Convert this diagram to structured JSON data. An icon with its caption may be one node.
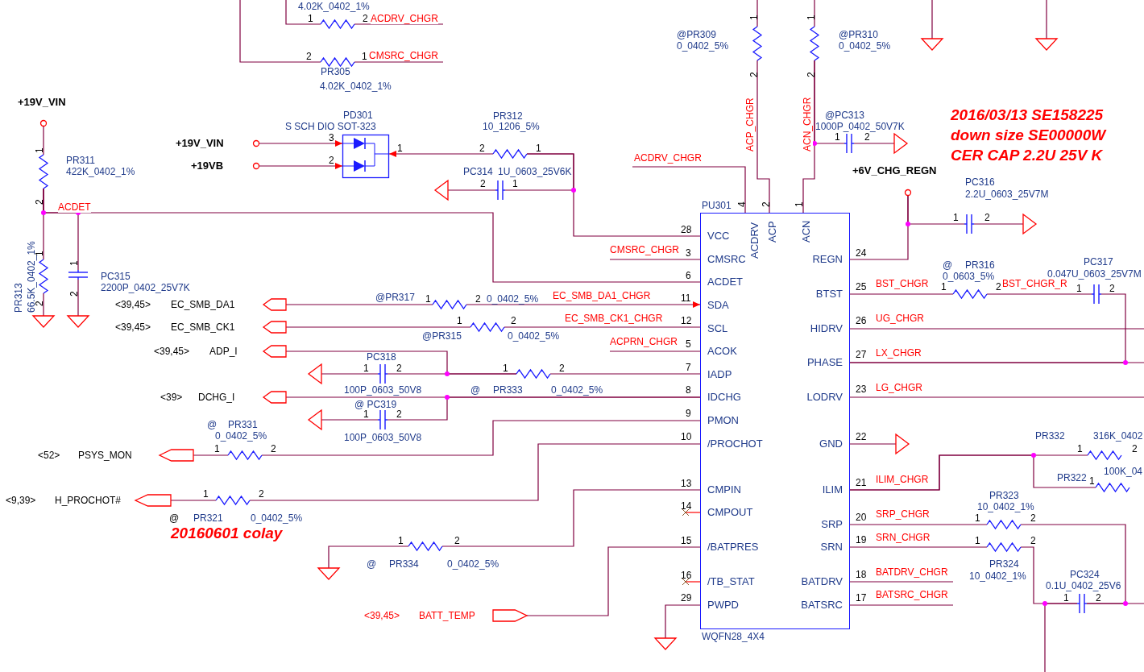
{
  "diagram": {
    "nodes": [
      {
        "text": [],
        "shape": "resistor",
        "beside": [
          "4.02K_0402_1%"
        ]
      },
      {
        "text": [],
        "shape": "resistor",
        "beside": [
          "PR305",
          "4.02K_0402_1%"
        ]
      },
      {
        "text": [],
        "shape": "circle",
        "beside": [
          "+19V_VIN"
        ]
      },
      {
        "text": [],
        "shape": "resistor",
        "beside": [
          "PR311",
          "422K_0402_1%"
        ]
      },
      {
        "text": [],
        "shape": "resistor",
        "beside": [
          "PR313",
          "66.5K_0402_1%"
        ]
      },
      {
        "text": [],
        "shape": "capacitor",
        "beside": [
          "PC315",
          "2200P_0402_25V7K"
        ]
      },
      {
        "text": [],
        "shape": "triangle"
      },
      {
        "text": [],
        "shape": "triangle"
      },
      {
        "text": [],
        "shape": "circle",
        "beside": [
          "+19V_VIN"
        ]
      },
      {
        "text": [],
        "shape": "circle",
        "beside": [
          "+19VB"
        ]
      },
      {
        "text": [],
        "shape": "diode",
        "beside": [
          "PD301",
          "S SCH DIO SOT-323"
        ]
      },
      {
        "text": [],
        "shape": "resistor",
        "beside": [
          "PR312",
          "10_1206_5%"
        ]
      },
      {
        "text": [],
        "shape": "capacitor",
        "beside": [
          "PC314",
          "1U_0603_25V6K"
        ]
      },
      {
        "text": [],
        "shape": "triangle"
      },
      {
        "text": [],
        "shape": "resistor",
        "beside": [
          "@PR309",
          "0_0402_5%"
        ]
      },
      {
        "text": [],
        "shape": "resistor",
        "beside": [
          "@PR310",
          "0_0402_5%"
        ]
      },
      {
        "text": [],
        "shape": "capacitor",
        "beside": [
          "@PC313",
          "1000P_0402_50V7K"
        ]
      },
      {
        "text": [],
        "shape": "triangle"
      },
      {
        "text": [],
        "shape": "circle",
        "beside": [
          "+6V_CHG_REGN"
        ]
      },
      {
        "text": [],
        "shape": "capacitor",
        "beside": [
          "PC316",
          "2.2U_0603_25V7M"
        ]
      },
      {
        "text": [],
        "shape": "triangle"
      },
      {
        "text": [],
        "shape": "triangle"
      },
      {
        "text": [],
        "shape": "triangle"
      },
      {
        "text": [
          "VCC",
          "CMSRC",
          "ACDET",
          "SDA",
          "SCL",
          "ACOK",
          "IADP",
          "IDCHG",
          "PMON",
          "/PROCHOT",
          "CMPIN",
          "CMPOUT",
          "/BATPRES",
          "/TB_STAT",
          "PWPD",
          "ACDRV",
          "ACP",
          "ACN",
          "REGN",
          "BTST",
          "HIDRV",
          "PHASE",
          "LODRV",
          "GND",
          "ILIM",
          "SRP",
          "SRN",
          "BATDRV",
          "BATSRC"
        ],
        "beside": [
          "PU301",
          "WQFN28_4X4"
        ]
      },
      {
        "text": [],
        "shape": "resistor",
        "beside": [
          "@",
          "PR316",
          "0_0603_5%"
        ]
      },
      {
        "text": [],
        "shape": "capacitor",
        "beside": [
          "PC317",
          "0.047U_0603_25V7M"
        ]
      },
      {
        "text": [],
        "shape": "triangle"
      },
      {
        "text": [],
        "shape": "resistor",
        "beside": [
          "PR332",
          "316K_0402"
        ]
      },
      {
        "text": [],
        "shape": "resistor",
        "beside": [
          "PR322",
          "100K_04"
        ]
      },
      {
        "text": [],
        "shape": "resistor",
        "beside": [
          "PR323",
          "10_0402_1%"
        ]
      },
      {
        "text": [],
        "shape": "resistor",
        "beside": [
          "PR324",
          "10_0402_1%"
        ]
      },
      {
        "text": [],
        "shape": "capacitor",
        "beside": [
          "PC324",
          "0.1U_0402_25V6"
        ]
      },
      {
        "text": [],
        "shape": "pentagon",
        "beside": [
          "<39,45>",
          "EC_SMB_DA1"
        ]
      },
      {
        "text": [],
        "shape": "pentagon",
        "beside": [
          "<39,45>",
          "EC_SMB_CK1"
        ]
      },
      {
        "text": [],
        "shape": "pentagon",
        "beside": [
          "<39,45>",
          "ADP_I"
        ]
      },
      {
        "text": [],
        "shape": "pentagon",
        "beside": [
          "<39>",
          "DCHG_I"
        ]
      },
      {
        "text": [],
        "shape": "pentagon",
        "beside": [
          "<52>",
          "PSYS_MON"
        ]
      },
      {
        "text": [],
        "shape": "pentagon",
        "beside": [
          "<9,39>",
          "H_PROCHOT#"
        ]
      },
      {
        "text": [],
        "shape": "pentagon",
        "beside": [
          "<39,45>",
          "BATT_TEMP"
        ]
      },
      {
        "text": [],
        "shape": "resistor",
        "beside": [
          "@PR317",
          "0_0402_5%"
        ]
      },
      {
        "text": [],
        "shape": "resistor",
        "beside": [
          "@PR315",
          "0_0402_5%"
        ]
      },
      {
        "text": [],
        "shape": "capacitor",
        "beside": [
          "PC318",
          "100P_0603_50V8"
        ]
      },
      {
        "text": [],
        "shape": "triangle"
      },
      {
        "text": [],
        "shape": "resistor",
        "beside": [
          "@",
          "PR333",
          "0_0402_5%"
        ]
      },
      {
        "text": [],
        "shape": "capacitor",
        "beside": [
          "@ PC319",
          "100P_0603_50V8"
        ]
      },
      {
        "text": [],
        "shape": "triangle"
      },
      {
        "text": [],
        "shape": "resistor",
        "beside": [
          "@",
          "PR331",
          "0_0402_5%"
        ]
      },
      {
        "text": [],
        "shape": "resistor",
        "beside": [
          "PR321",
          "0_0402_5%"
        ]
      },
      {
        "text": [],
        "shape": "resistor",
        "beside": [
          "@",
          "PR334",
          "0_0402_5%"
        ]
      },
      {
        "text": [],
        "shape": "triangle"
      },
      {
        "text": [],
        "shape": "triangle"
      }
    ],
    "edges": [
      {
        "from": null,
        "to": 0,
        "arrow": "none"
      },
      {
        "from": 0,
        "to": null,
        "arrow": "none",
        "label": "ACDRV_CHGR"
      },
      {
        "from": null,
        "to": 1,
        "arrow": "none"
      },
      {
        "from": 1,
        "to": null,
        "arrow": "none",
        "label": "CMSRC_CHGR"
      },
      {
        "from": 2,
        "to": 3,
        "arrow": "none"
      },
      {
        "from": 3,
        "to": 4,
        "arrow": "none"
      },
      {
        "from": 3,
        "to": 5,
        "arrow": "none"
      },
      {
        "from": 3,
        "to": 23,
        "arrow": "none",
        "label": "ACDET"
      },
      {
        "from": 4,
        "to": 6,
        "arrow": "none"
      },
      {
        "from": 5,
        "to": 7,
        "arrow": "none"
      },
      {
        "from": 8,
        "to": 10,
        "arrow": "to"
      },
      {
        "from": 9,
        "to": 10,
        "arrow": "to"
      },
      {
        "from": 11,
        "to": 10,
        "arrow": "to"
      },
      {
        "from": 11,
        "to": 23,
        "arrow": "none"
      },
      {
        "from": 12,
        "to": 11,
        "arrow": "none"
      },
      {
        "from": 12,
        "to": 13,
        "arrow": "none"
      },
      {
        "from": null,
        "to": 14,
        "arrow": "none"
      },
      {
        "from": null,
        "to": 15,
        "arrow": "none"
      },
      {
        "from": 14,
        "to": 23,
        "arrow": "none",
        "label": "ACP_CHGR"
      },
      {
        "from": 15,
        "to": 23,
        "arrow": "none",
        "label": "ACN_CHGR"
      },
      {
        "from": 15,
        "to": 16,
        "arrow": "none"
      },
      {
        "from": 16,
        "to": 17,
        "arrow": "none"
      },
      {
        "from": null,
        "to": 23,
        "arrow": "none",
        "label": "ACDRV_CHGR"
      },
      {
        "from": 18,
        "to": 23,
        "arrow": "none"
      },
      {
        "from": 18,
        "to": 19,
        "arrow": "none"
      },
      {
        "from": 19,
        "to": 20,
        "arrow": "none"
      },
      {
        "from": null,
        "to": 21,
        "arrow": "none"
      },
      {
        "from": null,
        "to": 22,
        "arrow": "none"
      },
      {
        "from": null,
        "to": 23,
        "arrow": "none",
        "label": "CMSRC_CHGR"
      },
      {
        "from": 32,
        "to": 39,
        "arrow": "none"
      },
      {
        "from": 39,
        "to": 23,
        "arrow": "to",
        "label": "EC_SMB_DA1_CHGR"
      },
      {
        "from": 33,
        "to": 40,
        "arrow": "none"
      },
      {
        "from": 40,
        "to": 23,
        "arrow": "none",
        "label": "EC_SMB_CK1_CHGR"
      },
      {
        "from": null,
        "to": 23,
        "arrow": "none",
        "label": "ACPRN_CHGR"
      },
      {
        "from": 34,
        "to": 43,
        "arrow": "none"
      },
      {
        "from": 41,
        "to": 43,
        "arrow": "none"
      },
      {
        "from": 41,
        "to": 42,
        "arrow": "none"
      },
      {
        "from": 43,
        "to": 23,
        "arrow": "none"
      },
      {
        "from": 35,
        "to": 23,
        "arrow": "none"
      },
      {
        "from": 44,
        "to": 23,
        "arrow": "none"
      },
      {
        "from": 44,
        "to": 45,
        "arrow": "none"
      },
      {
        "from": 36,
        "to": 46,
        "arrow": "none"
      },
      {
        "from": 46,
        "to": 23,
        "arrow": "none"
      },
      {
        "from": 37,
        "to": 47,
        "arrow": "none"
      },
      {
        "from": 47,
        "to": 23,
        "arrow": "none"
      },
      {
        "from": 48,
        "to": 23,
        "arrow": "none"
      },
      {
        "from": 48,
        "to": 49,
        "arrow": "none"
      },
      {
        "from": 38,
        "to": 23,
        "arrow": "none"
      },
      {
        "from": 23,
        "to": 50,
        "arrow": "none"
      },
      {
        "from": 23,
        "to": 26,
        "arrow": "none"
      },
      {
        "from": 23,
        "to": 24,
        "arrow": "none",
        "label": "BST_CHGR"
      },
      {
        "from": 24,
        "to": 25,
        "arrow": "none",
        "label": "BST_CHGR_R"
      },
      {
        "from": 23,
        "to": null,
        "arrow": "none",
        "label": "UG_CHGR"
      },
      {
        "from": 23,
        "to": null,
        "arrow": "none",
        "label": "LX_CHGR"
      },
      {
        "from": 25,
        "to": 23,
        "arrow": "none"
      },
      {
        "from": 23,
        "to": null,
        "arrow": "none",
        "label": "LG_CHGR"
      },
      {
        "from": 23,
        "to": 27,
        "arrow": "none",
        "label": "ILIM_CHGR"
      },
      {
        "from": 23,
        "to": 28,
        "arrow": "none"
      },
      {
        "from": 23,
        "to": 29,
        "arrow": "none",
        "label": "SRP_CHGR"
      },
      {
        "from": 29,
        "to": 31,
        "arrow": "none"
      },
      {
        "from": 23,
        "to": 30,
        "arrow": "none",
        "label": "SRN_CHGR"
      },
      {
        "from": 30,
        "to": 31,
        "arrow": "none"
      },
      {
        "from": 23,
        "to": null,
        "arrow": "none",
        "label": "BATDRV_CHGR"
      },
      {
        "from": 23,
        "to": null,
        "arrow": "none",
        "label": "BATSRC_CHGR"
      },
      {
        "from": 31,
        "to": null,
        "arrow": "none"
      },
      {
        "from": 31,
        "to": null,
        "arrow": "none"
      }
    ],
    "labels": [
      "1",
      "2",
      "2",
      "1",
      "1",
      "2",
      "1",
      "2",
      "1",
      "2",
      "3",
      "2",
      "1",
      "2",
      "1",
      "2",
      "1",
      "1",
      "2",
      "1",
      "2",
      "1",
      "2",
      "1",
      "2",
      "2016/03/13   SE158225",
      "down size SE00000W",
      "CER CAP 2.2U 25V K",
      "4",
      "2",
      "1",
      "28",
      "3",
      "24",
      "6",
      "25",
      "1",
      "2",
      "1",
      "2",
      "1",
      "2",
      "11",
      "1",
      "2",
      "12",
      "26",
      "5",
      "27",
      "1",
      "2",
      "1",
      "2",
      "7",
      "8",
      "23",
      "1",
      "2",
      "9",
      "10",
      "22",
      "1",
      "2",
      "1",
      "2",
      "21",
      "1",
      "1",
      "2",
      "13",
      "14",
      "@",
      "20",
      "1",
      "2",
      "20160601 colay",
      "1",
      "2",
      "15",
      "19",
      "1",
      "2",
      "16",
      "18",
      "29",
      "17",
      "1",
      "2"
    ]
  }
}
